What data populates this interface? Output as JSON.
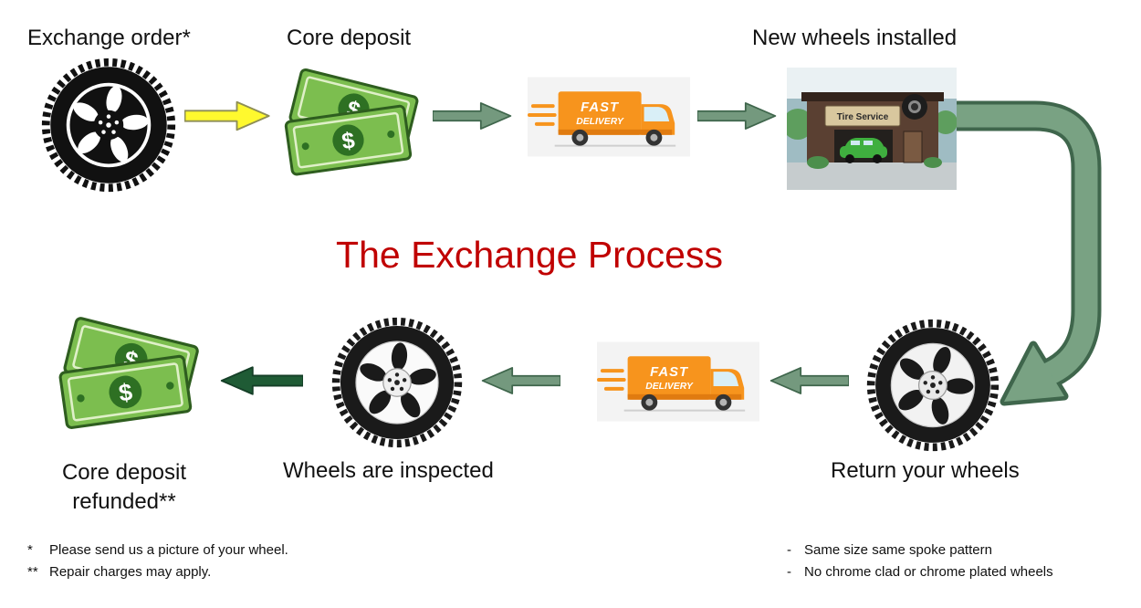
{
  "title": {
    "text": "The Exchange Process"
  },
  "labels": {
    "exchange_order": "Exchange order*",
    "core_deposit": "Core deposit",
    "new_wheels_installed": "New wheels installed",
    "return_your_wheels": "Return your wheels",
    "wheels_are_inspected": "Wheels are inspected",
    "core_deposit_refunded_line1": "Core deposit",
    "core_deposit_refunded_line2": "refunded**"
  },
  "graphics": {
    "truck": {
      "line1": "FAST",
      "line2": "DELIVERY"
    },
    "shop_sign": "Tire Service",
    "money_symbol": "$"
  },
  "footnotes": {
    "left": [
      {
        "marker": "*",
        "text": "Please send us a picture of your wheel."
      },
      {
        "marker": "**",
        "text": "Repair charges may apply."
      }
    ],
    "right": [
      {
        "marker": "-",
        "text": "Same size same spoke pattern"
      },
      {
        "marker": "-",
        "text": "No chrome clad or chrome plated wheels"
      }
    ]
  },
  "colors": {
    "title_red": "#C00000",
    "arrow_yellow": "#FFF92E",
    "arrow_green": "#74997E",
    "arrow_dark_green": "#1F5B35",
    "truck_orange": "#F7941D",
    "money_green": "#7CBE4F"
  }
}
